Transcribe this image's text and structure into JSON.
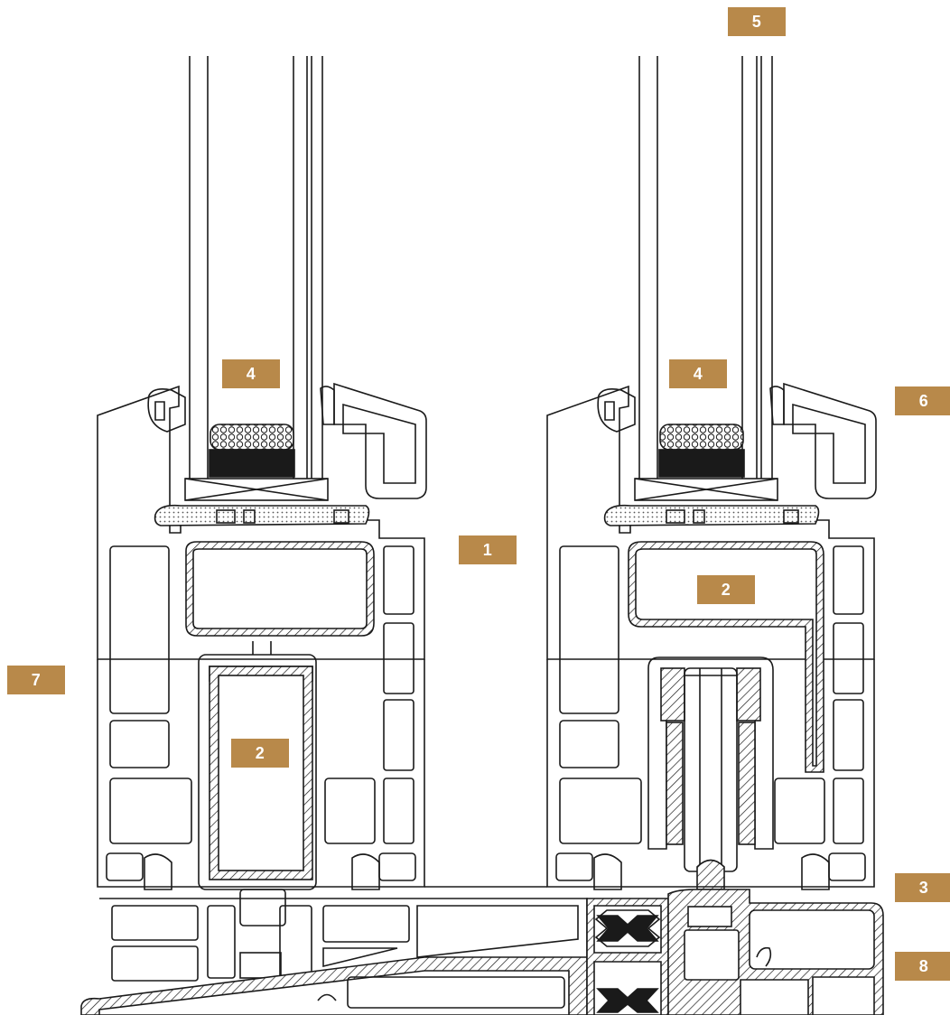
{
  "badge_color": "#b8894a",
  "line_color": "#1a1a1a",
  "callouts": [
    {
      "id": "c5",
      "label": "5"
    },
    {
      "id": "c4a",
      "label": "4"
    },
    {
      "id": "c4b",
      "label": "4"
    },
    {
      "id": "c6",
      "label": "6"
    },
    {
      "id": "c1",
      "label": "1"
    },
    {
      "id": "c2a",
      "label": "2"
    },
    {
      "id": "c7",
      "label": "7"
    },
    {
      "id": "c2b",
      "label": "2"
    },
    {
      "id": "c3",
      "label": "3"
    },
    {
      "id": "c8",
      "label": "8"
    }
  ]
}
